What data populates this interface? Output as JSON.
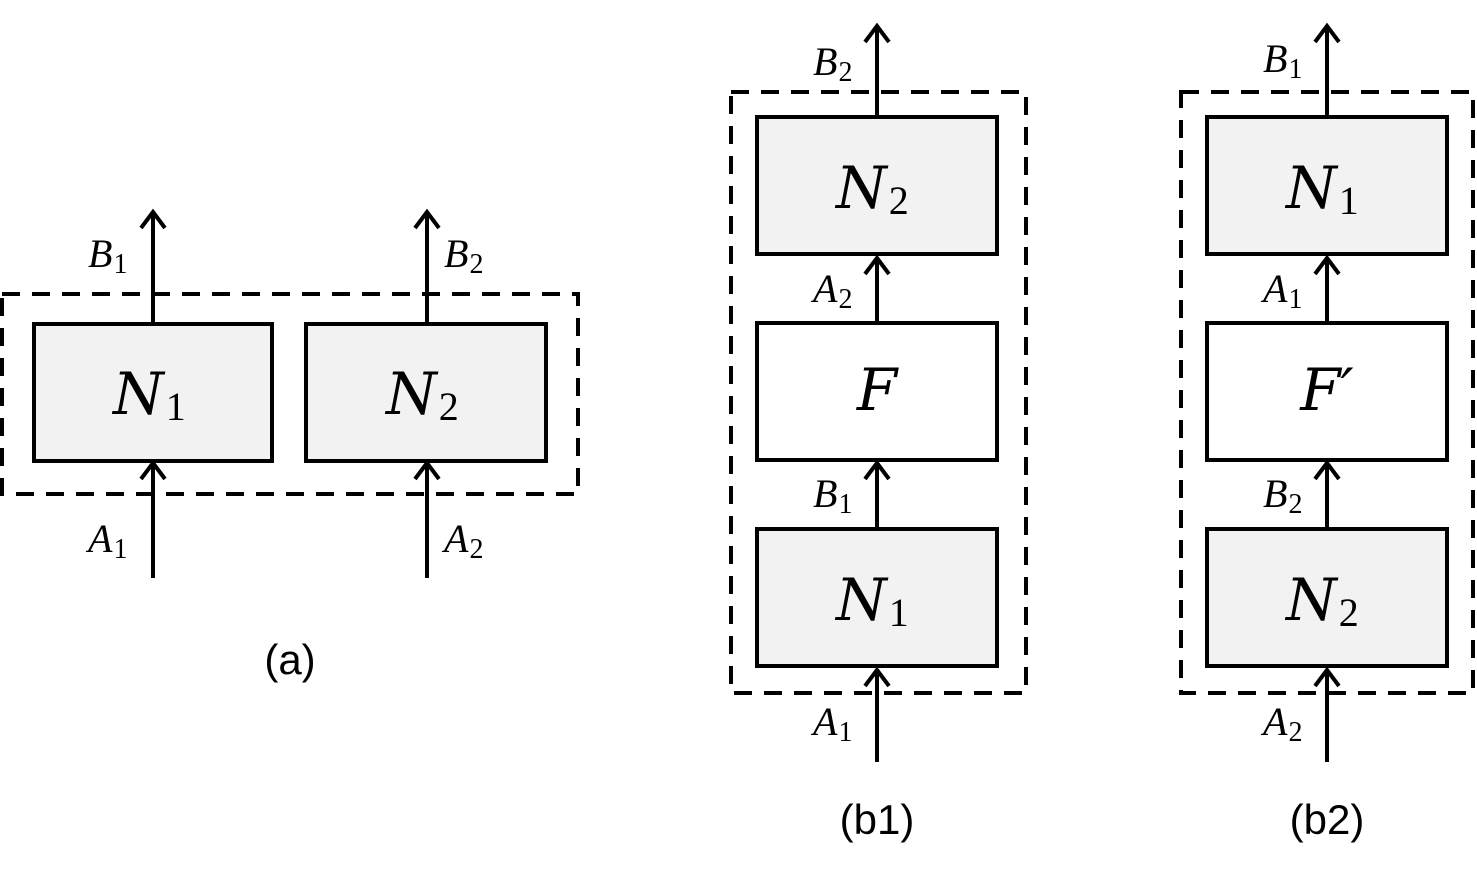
{
  "panel_a": {
    "caption": "(a)",
    "box1": {
      "sym": "N",
      "sub": "1"
    },
    "box2": {
      "sym": "N",
      "sub": "2"
    },
    "in1": {
      "sym": "A",
      "sub": "1"
    },
    "out1": {
      "sym": "B",
      "sub": "1"
    },
    "in2": {
      "sym": "A",
      "sub": "2"
    },
    "out2": {
      "sym": "B",
      "sub": "2"
    }
  },
  "panel_b1": {
    "caption": "(b1)",
    "top_box": {
      "sym": "N",
      "sub": "2"
    },
    "mid_box": {
      "sym": "F"
    },
    "bottom_box": {
      "sym": "N",
      "sub": "1"
    },
    "out": {
      "sym": "B",
      "sub": "2"
    },
    "mid_upper": {
      "sym": "A",
      "sub": "2"
    },
    "mid_lower": {
      "sym": "B",
      "sub": "1"
    },
    "in": {
      "sym": "A",
      "sub": "1"
    }
  },
  "panel_b2": {
    "caption": "(b2)",
    "top_box": {
      "sym": "N",
      "sub": "1"
    },
    "mid_box": {
      "sym": "F",
      "prime": "′"
    },
    "bottom_box": {
      "sym": "N",
      "sub": "2"
    },
    "out": {
      "sym": "B",
      "sub": "1"
    },
    "mid_upper": {
      "sym": "A",
      "sub": "1"
    },
    "mid_lower": {
      "sym": "B",
      "sub": "2"
    },
    "in": {
      "sym": "A",
      "sub": "2"
    }
  }
}
